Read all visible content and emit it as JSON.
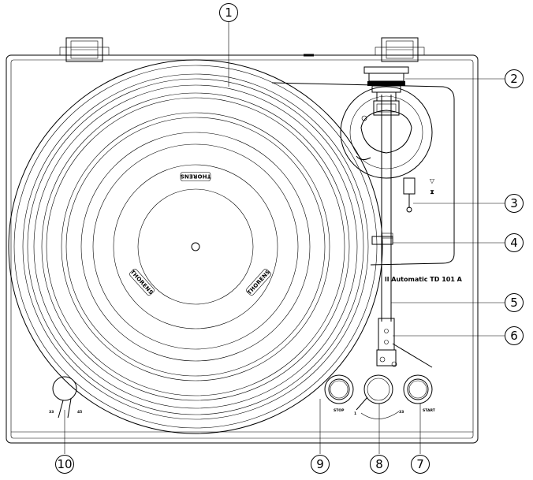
{
  "callouts": [
    {
      "number": "1"
    },
    {
      "number": "2"
    },
    {
      "number": "3"
    },
    {
      "number": "4"
    },
    {
      "number": "5"
    },
    {
      "number": "6"
    },
    {
      "number": "7"
    },
    {
      "number": "8"
    },
    {
      "number": "9"
    },
    {
      "number": "10"
    }
  ],
  "model_label": "ll Automatic TD 101 A",
  "platter_logo": "THORENS",
  "controls": {
    "stop_label": "STOP",
    "start_label": "START",
    "speed_33_label": "1",
    "speed_45_label": "33",
    "lift_left_label": "33",
    "lift_right_label": "45"
  }
}
